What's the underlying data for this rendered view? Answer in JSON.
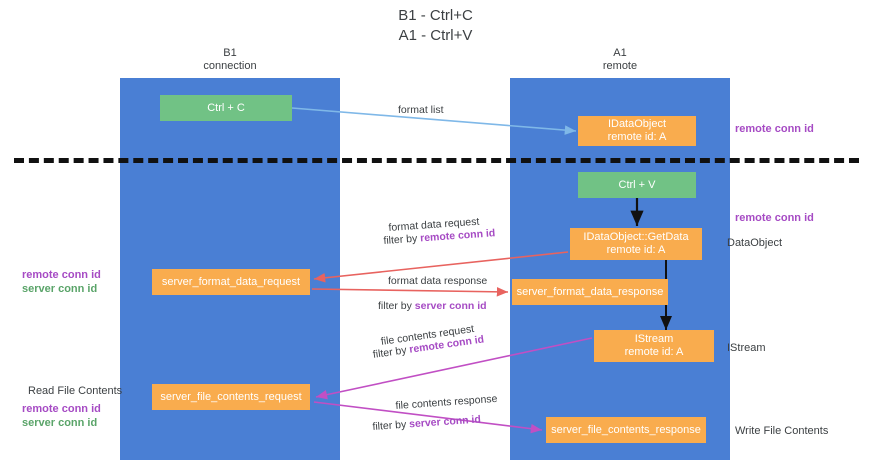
{
  "title": {
    "line1": "B1 - Ctrl+C",
    "line2": "A1 - Ctrl+V"
  },
  "lanes": [
    {
      "id": "b1",
      "name": "B1",
      "role": "connection"
    },
    {
      "id": "a1",
      "name": "A1",
      "role": "remote"
    }
  ],
  "boxes": {
    "ctrl_c": {
      "label": "Ctrl + C",
      "color": "#71c285"
    },
    "ole_idataobject": {
      "line1": "IDataObject",
      "line2": "remote id: A",
      "color": "#f9ac4e"
    },
    "ctrl_v": {
      "label": "Ctrl + V",
      "color": "#71c285"
    },
    "getdata": {
      "line1": "IDataObject::GetData",
      "line2": "remote id: A",
      "color": "#f9ac4e"
    },
    "format_data_response": {
      "label": "server_format_data_response",
      "color": "#f9ac4e"
    },
    "istream": {
      "line1": "IStream",
      "line2": "remote id: A",
      "color": "#f9ac4e"
    },
    "file_contents_response": {
      "label": "server_file_contents_response",
      "color": "#f9ac4e"
    },
    "format_data_request": {
      "label": "server_format_data_request",
      "color": "#f9ac4e"
    },
    "file_contents_request": {
      "label": "server_file_contents_request",
      "color": "#f9ac4e"
    }
  },
  "edge_labels": {
    "format_list": "format list",
    "format_data_request": "format data request",
    "format_data_request_filter_prefix": "filter by ",
    "format_data_request_filter_key": "remote conn id",
    "format_data_response": "format data response",
    "format_data_response_filter_prefix": "filter by ",
    "format_data_response_filter_key": "server conn id",
    "file_contents_request": "file contents request",
    "file_contents_request_filter_prefix": "filter by ",
    "file_contents_request_filter_key": "remote conn id",
    "file_contents_response": "file contents response",
    "file_contents_response_filter_prefix": "filter by ",
    "file_contents_response_filter_key": "server conn id"
  },
  "annotations": {
    "right": {
      "remote_conn_id_top": "remote conn id",
      "remote_conn_id_mid": "remote conn id",
      "dataobject": "DataObject",
      "istream": "IStream",
      "write_file_contents": "Write File Contents"
    },
    "left": {
      "remote_conn_id": "remote conn id",
      "server_conn_id": "server conn id",
      "read_file_contents": "Read File Contents",
      "remote_conn_id_2": "remote conn id",
      "server_conn_id_2": "server conn id"
    }
  },
  "colors": {
    "lane": "#4a7fd4",
    "green_box": "#71c285",
    "orange_box": "#f9ac4e",
    "purple_text": "#a64bc4",
    "green_text": "#5aa469",
    "arrow_blue": "#7fb8e8",
    "arrow_red": "#e8635f",
    "arrow_magenta": "#c14fc4",
    "arrow_black": "#111111",
    "divider": "#111111"
  }
}
